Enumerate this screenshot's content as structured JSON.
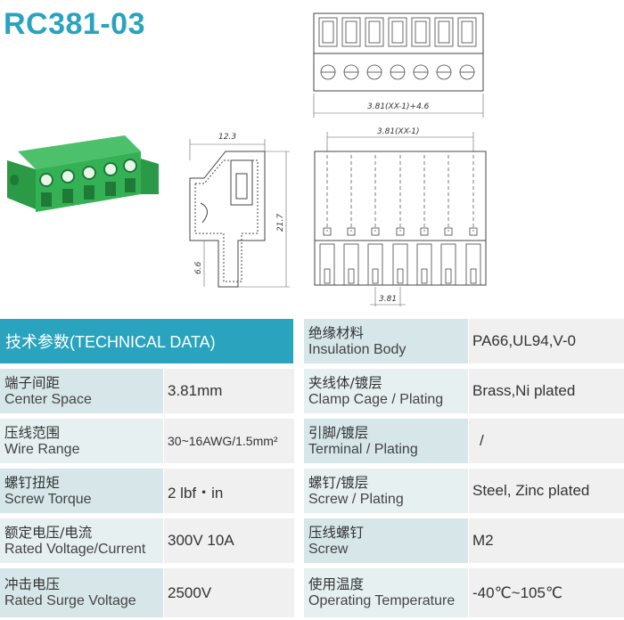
{
  "title": "RC381-03",
  "drawings": {
    "top_dim": "3.81(XX-1)+4.6",
    "side_width": "12.3",
    "side_height": "21.7",
    "side_pin": "6.6",
    "front_dim": "3.81(XX-1)",
    "pitch": "3.81"
  },
  "table": {
    "header": "技术参数(TECHNICAL DATA)",
    "left_rows": [
      {
        "zh": "端子间距",
        "en": "Center Space",
        "value": "3.81mm"
      },
      {
        "zh": "压线范围",
        "en": "Wire Range",
        "value": "30~16AWG/1.5mm²"
      },
      {
        "zh": "螺钉扭矩",
        "en": "Screw Torque",
        "value": "2 lbf・in"
      },
      {
        "zh": "额定电压/电流",
        "en": "Rated Voltage/Current",
        "value": "300V 10A"
      },
      {
        "zh": "冲击电压",
        "en": "Rated Surge Voltage",
        "value": "2500V"
      }
    ],
    "right_rows": [
      {
        "zh": "绝缘材料",
        "en": "Insulation Body",
        "value": "PA66,UL94,V-0"
      },
      {
        "zh": "夹线体/镀层",
        "en": "Clamp Cage / Plating",
        "value": "Brass,Ni plated"
      },
      {
        "zh": "引脚/镀层",
        "en": "Terminal / Plating",
        "value": "/"
      },
      {
        "zh": "螺钉/镀层",
        "en": "Screw / Plating",
        "value": "Steel, Zinc plated"
      },
      {
        "zh": "压线螺钉",
        "en": "Screw",
        "value": "M2"
      },
      {
        "zh": "使用温度",
        "en": "Operating Temperature",
        "value": "-40℃~105℃"
      }
    ]
  },
  "colors": {
    "accent": "#2aa3be",
    "label_bg": "#d6e6e9",
    "value_bg": "#f0f0f0",
    "product_green": "#2fa84f"
  }
}
